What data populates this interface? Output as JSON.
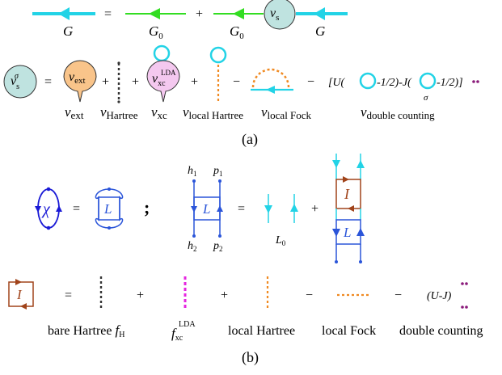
{
  "colors": {
    "cyan": "#22d3e6",
    "green": "#33dd22",
    "blue": "#2b55d9",
    "darkblue": "#1a1ad6",
    "brown": "#a0431a",
    "orange": "#f08a22",
    "magenta": "#e626e0",
    "purple": "#8a1a7a",
    "orange_fill": "#f9c48a",
    "pink_fill": "#f4c8ef",
    "teal_fill": "#bfe3e0"
  },
  "panel_a": {
    "dyson": {
      "lhs": "G",
      "eq": "=",
      "g0": "G",
      "g0_sub": "0",
      "plus": "+",
      "g0b": "G",
      "g0b_sub": "0",
      "vs": "v",
      "vs_sub": "s",
      "g_end": "G"
    },
    "potential": {
      "lhs": "v",
      "lhs_sub": "s",
      "lhs_sup": "σ",
      "eq": "=",
      "ext": "v",
      "ext_sub": "ext",
      "plus1": "+",
      "plus2": "+",
      "xc": "v",
      "xc_sub": "xc",
      "xc_sup": "LDA",
      "plus3": "+",
      "minus1": "−",
      "minus2": "−",
      "bracket_open": "[U(",
      "half1": "-1/2)-J(",
      "half2": "-1/2)]",
      "sigma": "σ"
    },
    "labels": {
      "v_ext": "v",
      "v_ext_sub": "ext",
      "v_hartree": "v",
      "v_hartree_sub": "Hartree",
      "v_xc": "v",
      "v_xc_sub": "xc",
      "v_local_hartree": "v",
      "v_local_hartree_sub": "local Hartree",
      "v_local_fock": "v",
      "v_local_fock_sub": "local Fock",
      "v_double": "v",
      "v_double_sub": "double counting"
    },
    "caption": "(a)"
  },
  "panel_b": {
    "chi": "χ",
    "eq1": "=",
    "L1": "L",
    "semicolon": ";",
    "h1": "h",
    "h1_sub": "1",
    "p1": "p",
    "p1_sub": "1",
    "h2": "h",
    "h2_sub": "2",
    "p2": "p",
    "p2_sub": "2",
    "L2": "L",
    "eq2": "=",
    "L0": "L",
    "L0_sub": "0",
    "plus": "+",
    "I_top": "I",
    "L3": "L",
    "kernel": {
      "I": "I",
      "eq": "=",
      "plus1": "+",
      "plus2": "+",
      "minus1": "−",
      "minus2": "−",
      "uj": "(U-J)"
    },
    "labels": {
      "bare_hartree": "bare Hartree",
      "fH": "f",
      "fH_sub": "H",
      "fxc": "f",
      "fxc_sub": "xc",
      "fxc_sup": "LDA",
      "local_hartree": "local Hartree",
      "local_fock": "local Fock",
      "double_counting": "double counting"
    },
    "caption": "(b)"
  }
}
